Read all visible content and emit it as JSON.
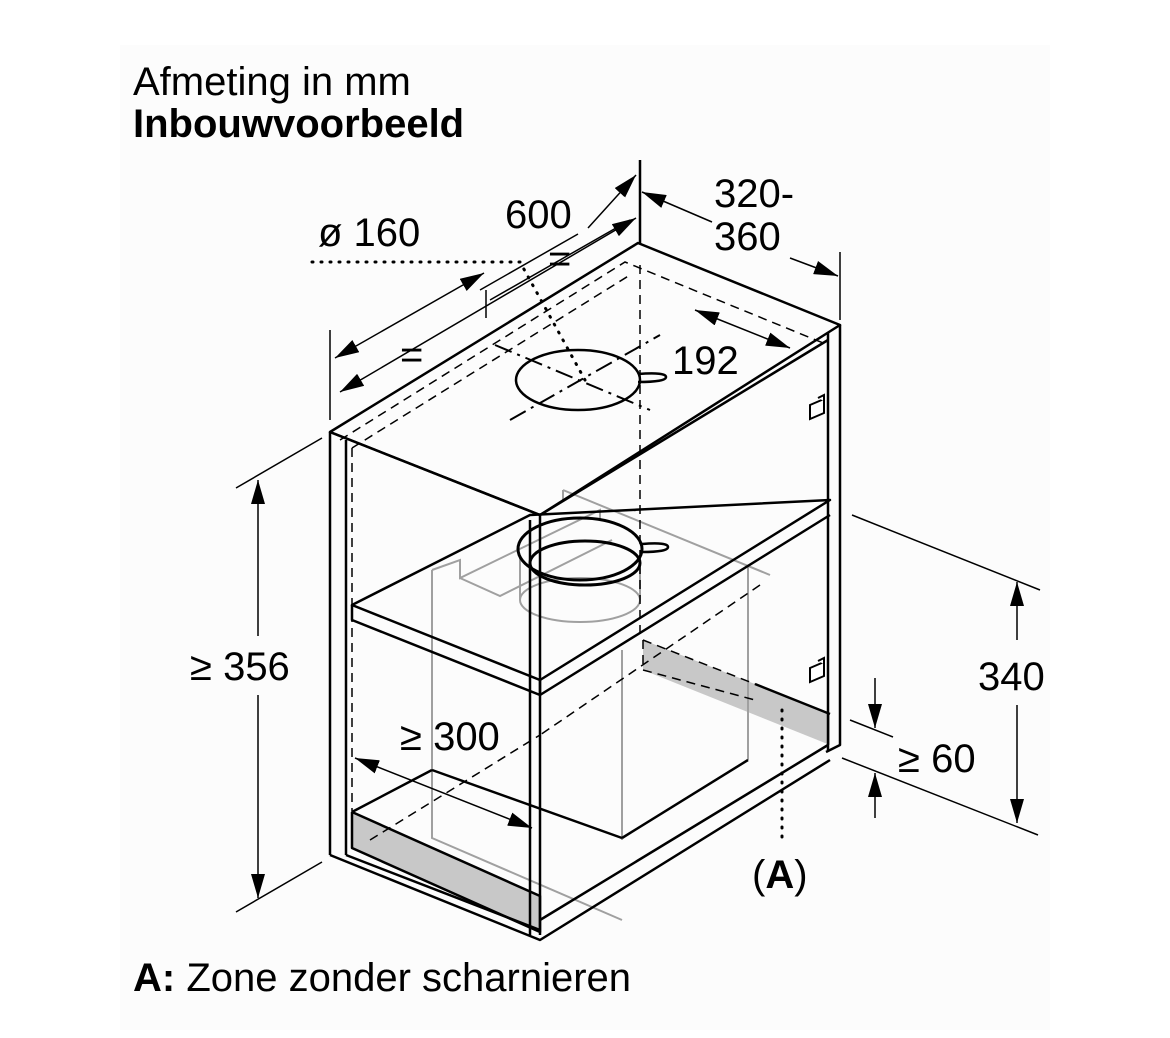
{
  "heading": {
    "title": "Afmeting in mm",
    "subtitle": "Inbouwvoorbeeld"
  },
  "dimensions": {
    "width": "600",
    "depth_line1": "320-",
    "depth_line2": "360",
    "duct_diameter": "ø 160",
    "equal_top": "=",
    "equal_bottom": "=",
    "hole_offset": "192",
    "min_height": "≥ 356",
    "min_width": "≥ 300",
    "shelf_height": "340",
    "min_gap": "≥ 60"
  },
  "callout": {
    "marker": "(A)",
    "marker_open": "(",
    "marker_letter": "A",
    "marker_close": ")"
  },
  "legend": {
    "key": "A:",
    "description": "Zone zonder scharnieren"
  },
  "colors": {
    "line": "#000000",
    "hidden_line": "#000000",
    "ghost_line": "#a0a0a0",
    "zone_fill": "#c8c8c8",
    "background": "#ffffff"
  }
}
